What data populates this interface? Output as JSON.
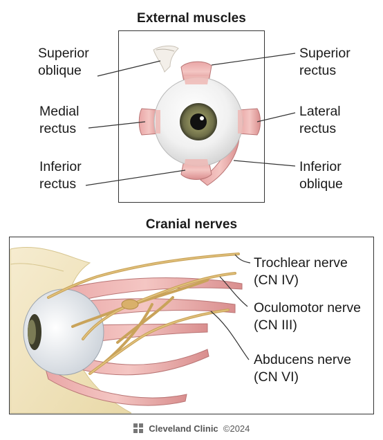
{
  "sections": {
    "external_title": "External muscles",
    "cranial_title": "Cranial nerves"
  },
  "muscles": {
    "superior_oblique": [
      "Superior",
      "oblique"
    ],
    "superior_rectus": [
      "Superior",
      "rectus"
    ],
    "medial_rectus": [
      "Medial",
      "rectus"
    ],
    "lateral_rectus": [
      "Lateral",
      "rectus"
    ],
    "inferior_rectus": [
      "Inferior",
      "rectus"
    ],
    "inferior_oblique": [
      "Inferior",
      "oblique"
    ]
  },
  "nerves": {
    "trochlear": [
      "Trochlear nerve",
      "(CN IV)"
    ],
    "oculomotor": [
      "Oculomotor nerve",
      "(CN III)"
    ],
    "abducens": [
      "Abducens nerve",
      "(CN VI)"
    ]
  },
  "footer": {
    "brand": "Cleveland Clinic",
    "copyright": "©2024"
  },
  "icons": [
    "cleveland-clinic-logo-icon"
  ]
}
